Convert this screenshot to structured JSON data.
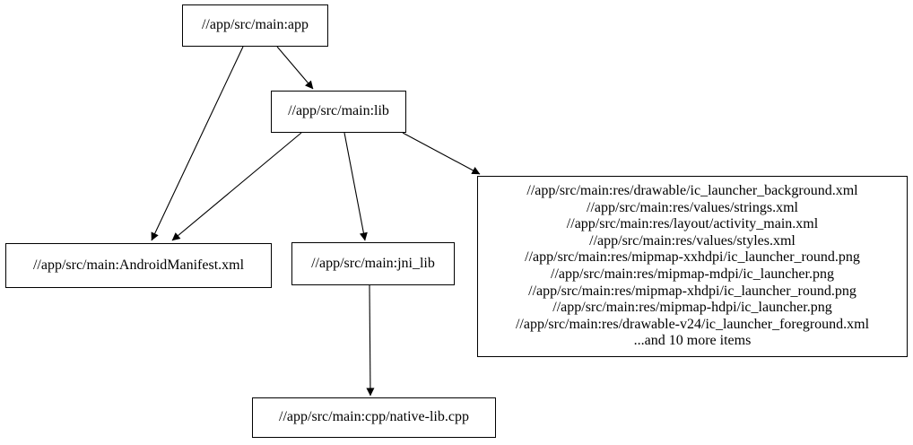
{
  "diagram": {
    "kind": "build-dependency-graph",
    "background_color": "#ffffff",
    "node_fill_color": "#ffffff",
    "node_border_color": "#000000",
    "edge_color": "#000000",
    "text_color": "#000000"
  },
  "nodes": {
    "app": {
      "label": "//app/src/main:app"
    },
    "lib": {
      "label": "//app/src/main:lib"
    },
    "manifest": {
      "label": "//app/src/main:AndroidManifest.xml"
    },
    "jni_lib": {
      "label": "//app/src/main:jni_lib"
    },
    "native_lib_cpp": {
      "label": "//app/src/main:cpp/native-lib.cpp"
    },
    "res_group": {
      "lines": [
        "//app/src/main:res/drawable/ic_launcher_background.xml",
        "//app/src/main:res/values/strings.xml",
        "//app/src/main:res/layout/activity_main.xml",
        "//app/src/main:res/values/styles.xml",
        "//app/src/main:res/mipmap-xxhdpi/ic_launcher_round.png",
        "//app/src/main:res/mipmap-mdpi/ic_launcher.png",
        "//app/src/main:res/mipmap-xhdpi/ic_launcher_round.png",
        "//app/src/main:res/mipmap-hdpi/ic_launcher.png",
        "//app/src/main:res/drawable-v24/ic_launcher_foreground.xml",
        "...and 10 more items"
      ]
    }
  },
  "edges": [
    {
      "from": "//app/src/main:app",
      "to": "//app/src/main:lib"
    },
    {
      "from": "//app/src/main:app",
      "to": "//app/src/main:AndroidManifest.xml"
    },
    {
      "from": "//app/src/main:lib",
      "to": "//app/src/main:AndroidManifest.xml"
    },
    {
      "from": "//app/src/main:lib",
      "to": "//app/src/main:jni_lib"
    },
    {
      "from": "//app/src/main:lib",
      "to": "res_file_group"
    },
    {
      "from": "//app/src/main:jni_lib",
      "to": "//app/src/main:cpp/native-lib.cpp"
    }
  ]
}
